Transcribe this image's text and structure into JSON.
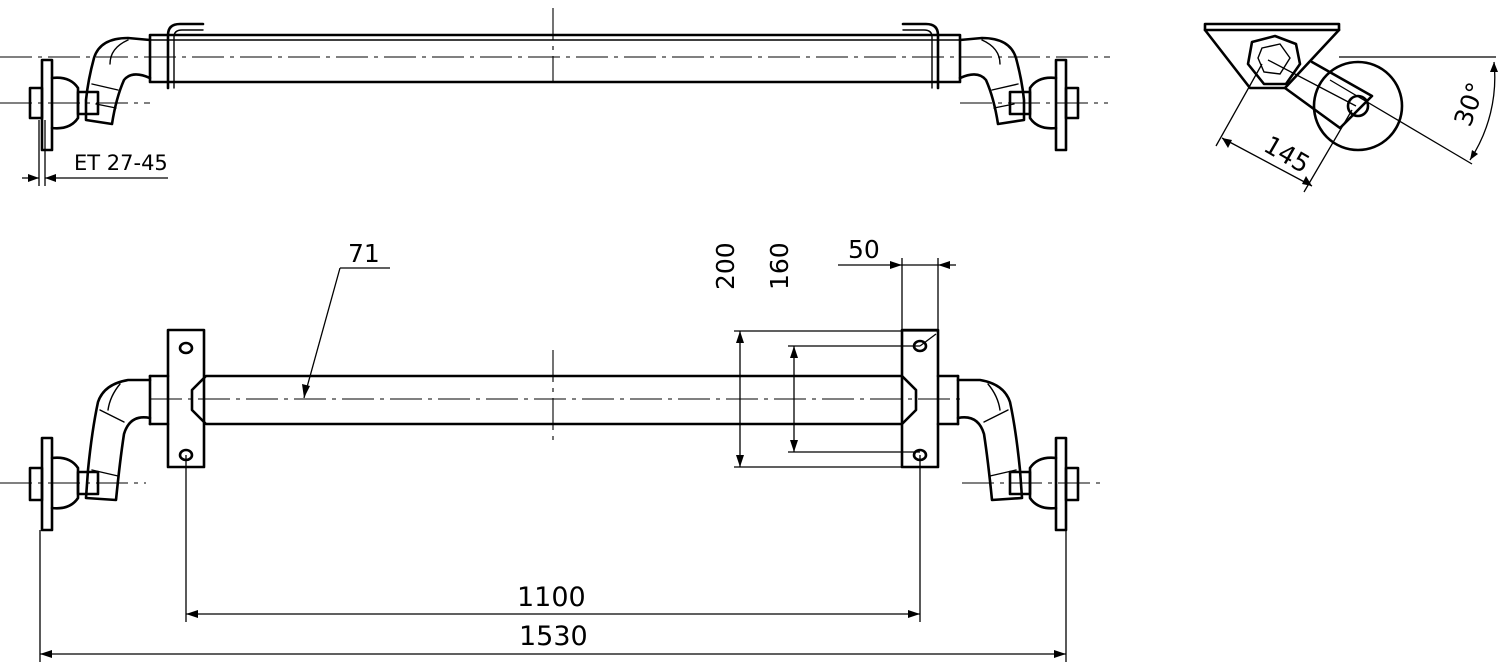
{
  "labels": {
    "offset": "ET 27-45",
    "tube_diameter": "71",
    "bolt_outer": "200",
    "bolt_inner": "160",
    "plate_width": "50",
    "bracket_spacing": "1100",
    "overall_width": "1530",
    "arm_length": "145",
    "arm_angle": "30°"
  }
}
